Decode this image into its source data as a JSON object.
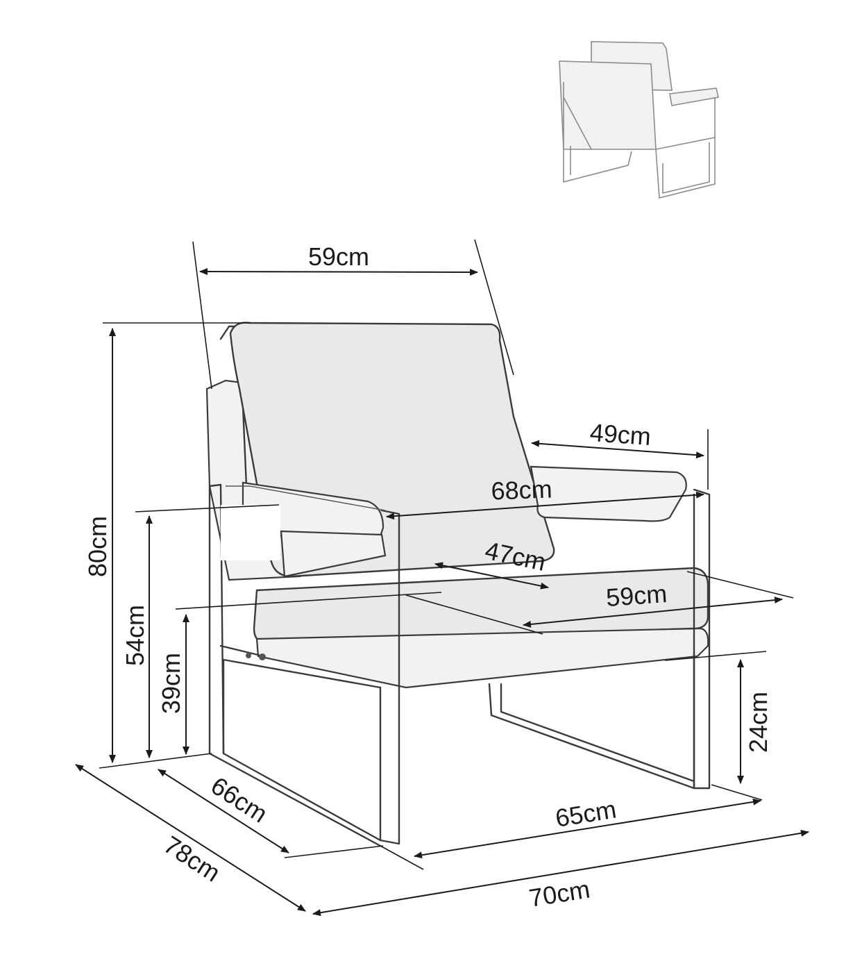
{
  "diagram": {
    "dimensions": {
      "backrest_width": "59cm",
      "armrest_depth": "49cm",
      "inner_width": "68cm",
      "seat_depth": "47cm",
      "seat_width": "59cm",
      "total_height": "80cm",
      "armrest_height": "54cm",
      "seat_height": "39cm",
      "leg_clearance": "24cm",
      "frame_depth": "66cm",
      "total_depth": "78cm",
      "frame_width": "65cm",
      "total_width": "70cm"
    },
    "colors": {
      "line": "#1a1a1a",
      "cushion": "#e9e9e9",
      "thumbnail": "#8a8a8a"
    }
  }
}
